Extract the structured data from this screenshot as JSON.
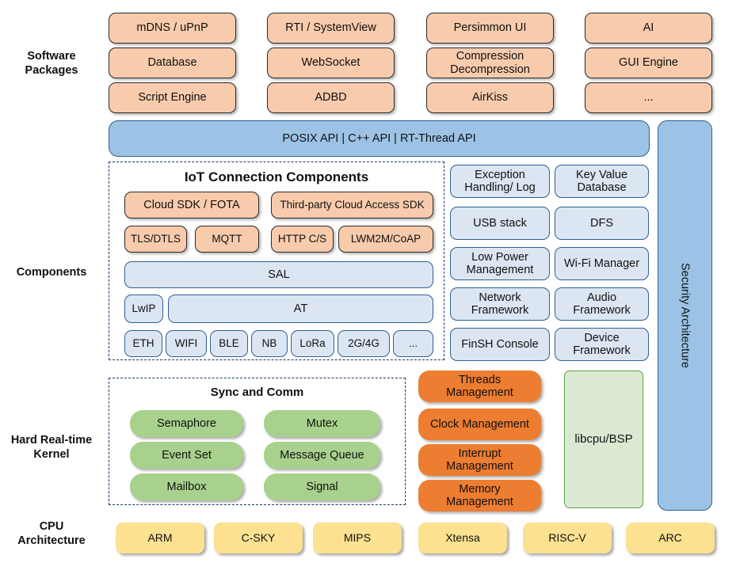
{
  "rows": {
    "software_packages": {
      "label": "Software\nPackages"
    },
    "components": {
      "label": "Components"
    },
    "kernel": {
      "label": "Hard Real-time\nKernel"
    },
    "cpu": {
      "label": "CPU\nArchitecture"
    }
  },
  "software_packages": {
    "columns": [
      [
        "mDNS / uPnP",
        "Database",
        "Script Engine"
      ],
      [
        "RTI / SystemView",
        "WebSocket",
        "ADBD"
      ],
      [
        "Persimmon UI",
        "Compression\nDecompression",
        "AirKiss"
      ],
      [
        "AI",
        "GUI Engine",
        "..."
      ]
    ]
  },
  "api_bar": {
    "label": "POSIX API  |  C++ API  |  RT-Thread API"
  },
  "security": {
    "label": "Security Architecture"
  },
  "iot_panel": {
    "title": "IoT Connection Components",
    "row1": [
      "Cloud SDK / FOTA",
      "Third-party Cloud Access SDK"
    ],
    "row2": [
      "TLS/DTLS",
      "MQTT",
      "HTTP C/S",
      "LWM2M/CoAP"
    ],
    "sal": "SAL",
    "row4": [
      "LwIP",
      "AT"
    ],
    "row5": [
      "ETH",
      "WIFI",
      "BLE",
      "NB",
      "LoRa",
      "2G/4G",
      "..."
    ]
  },
  "components_right": {
    "left_col": [
      "Exception\nHandling/ Log",
      "USB stack",
      "Low Power\nManagement",
      "Network\nFramework",
      "FinSH Console"
    ],
    "right_col": [
      "Key Value\nDatabase",
      "DFS",
      "Wi-Fi Manager",
      "Audio\nFramework",
      "Device\nFramework"
    ]
  },
  "sync_panel": {
    "title": "Sync and Comm",
    "left_col": [
      "Semaphore",
      "Event Set",
      "Mailbox"
    ],
    "right_col": [
      "Mutex",
      "Message Queue",
      "Signal"
    ]
  },
  "kernel_core": [
    "Threads\nManagement",
    "Clock Management",
    "Interrupt\nManagement",
    "Memory\nManagement"
  ],
  "libcpu": {
    "label": "libcpu/BSP"
  },
  "cpu_arch": [
    "ARM",
    "C-SKY",
    "MIPS",
    "Xtensa",
    "RISC-V",
    "ARC"
  ],
  "colors": {
    "peach": "#F8CBAD",
    "light_blue": "#DCE6F2",
    "blue_bar": "#9CC3E5",
    "green": "#A9D18E",
    "orange": "#ED7D31",
    "libcpu_green": "#DBE9D2",
    "yellow": "#FBE190",
    "dash_border": "#1F3864"
  }
}
